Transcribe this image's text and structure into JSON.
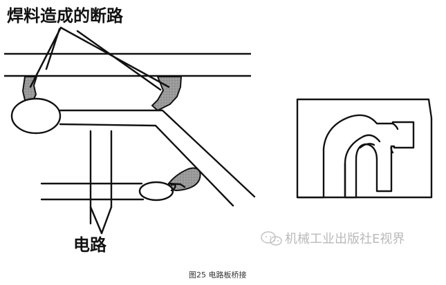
{
  "figure": {
    "callout_top": "焊料造成的断路",
    "callout_bottom": "电路",
    "watermark": "机械工业出版社E视界",
    "caption": "图25 电路板桥接"
  },
  "colors": {
    "line": "#111111",
    "solder": "#9a9a9a",
    "watermark": "#b9b9b9"
  },
  "icons": {
    "watermark_icon": "wechat-bubbles-icon"
  }
}
